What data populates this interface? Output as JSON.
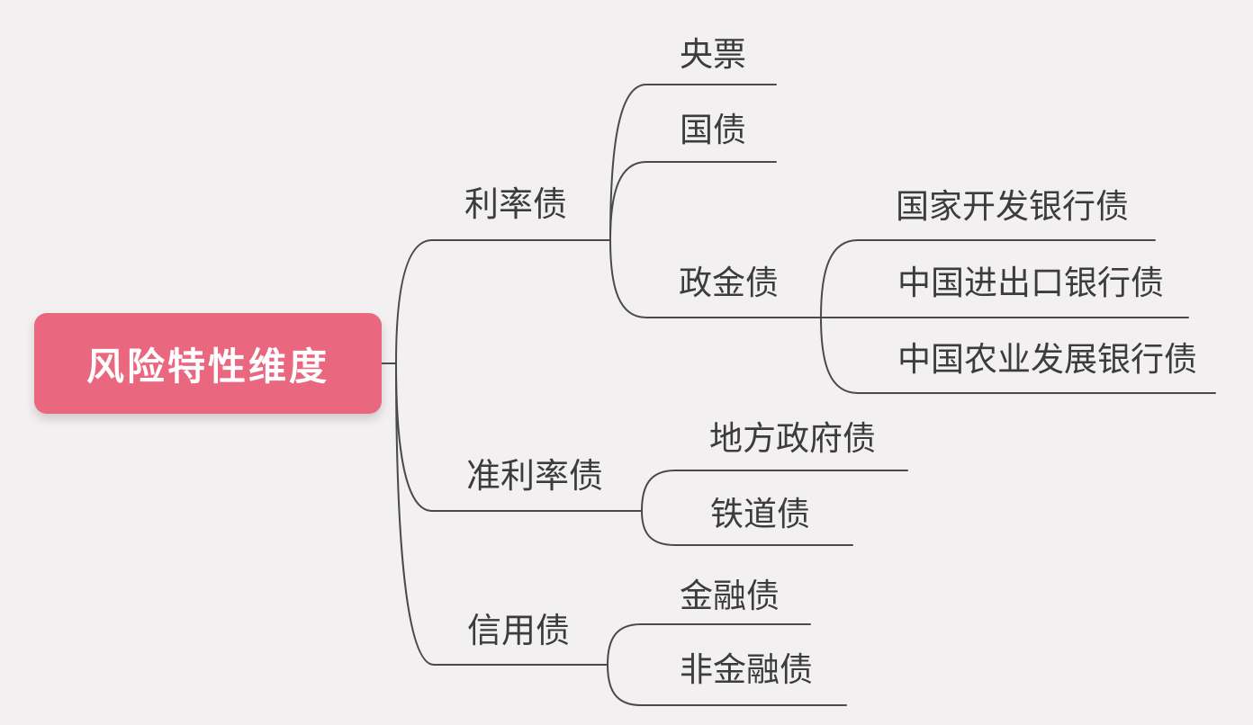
{
  "colors": {
    "accent": "#EA6780",
    "background": "#F2F0F1",
    "line": "#4A4A4A",
    "text": "#3C3C3C",
    "root_text": "#FFFFFF"
  },
  "mindmap": {
    "root": {
      "label": "风险特性维度"
    },
    "branches": [
      {
        "label": "利率债",
        "children": [
          {
            "label": "央票"
          },
          {
            "label": "国债"
          },
          {
            "label": "政金债",
            "children": [
              {
                "label": "国家开发银行债"
              },
              {
                "label": "中国进出口银行债"
              },
              {
                "label": "中国农业发展银行债"
              }
            ]
          }
        ]
      },
      {
        "label": "准利率债",
        "children": [
          {
            "label": "地方政府债"
          },
          {
            "label": "铁道债"
          }
        ]
      },
      {
        "label": "信用债",
        "children": [
          {
            "label": "金融债"
          },
          {
            "label": "非金融债"
          }
        ]
      }
    ]
  }
}
